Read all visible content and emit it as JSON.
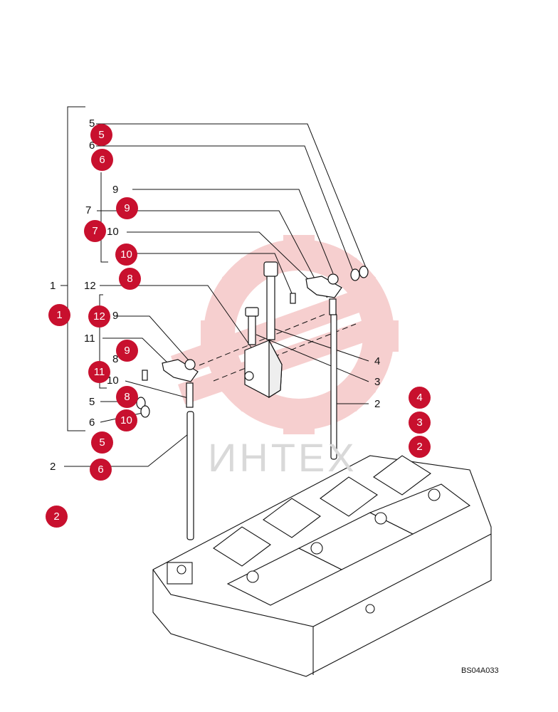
{
  "drawing_ref": "BS04A033",
  "watermark": {
    "text": "ИНТЕХ"
  },
  "callouts": {
    "c5_top": "5",
    "c6_top": "6",
    "c9_top": "9",
    "c7": "7",
    "c10_top": "10",
    "c1": "1",
    "c12": "12",
    "c9_mid": "9",
    "c11": "11",
    "c8": "8",
    "c10_mid": "10",
    "c5_bot": "5",
    "c6_bot": "6",
    "c2_left": "2",
    "c4": "4",
    "c3": "3",
    "c2_right": "2"
  },
  "badges": {
    "b5a": "5",
    "b6a": "6",
    "b9a": "9",
    "b7": "7",
    "b10a": "10",
    "b8a": "8",
    "b1": "1",
    "b12": "12",
    "b9b": "9",
    "b11": "11",
    "b8b": "8",
    "b10b": "10",
    "b5b": "5",
    "b6b": "6",
    "b2a": "2",
    "b4": "4",
    "b3": "3",
    "b2b": "2"
  },
  "colors": {
    "badge": "#c8102e",
    "watermark": "#f3c9c9",
    "line": "#111111"
  }
}
